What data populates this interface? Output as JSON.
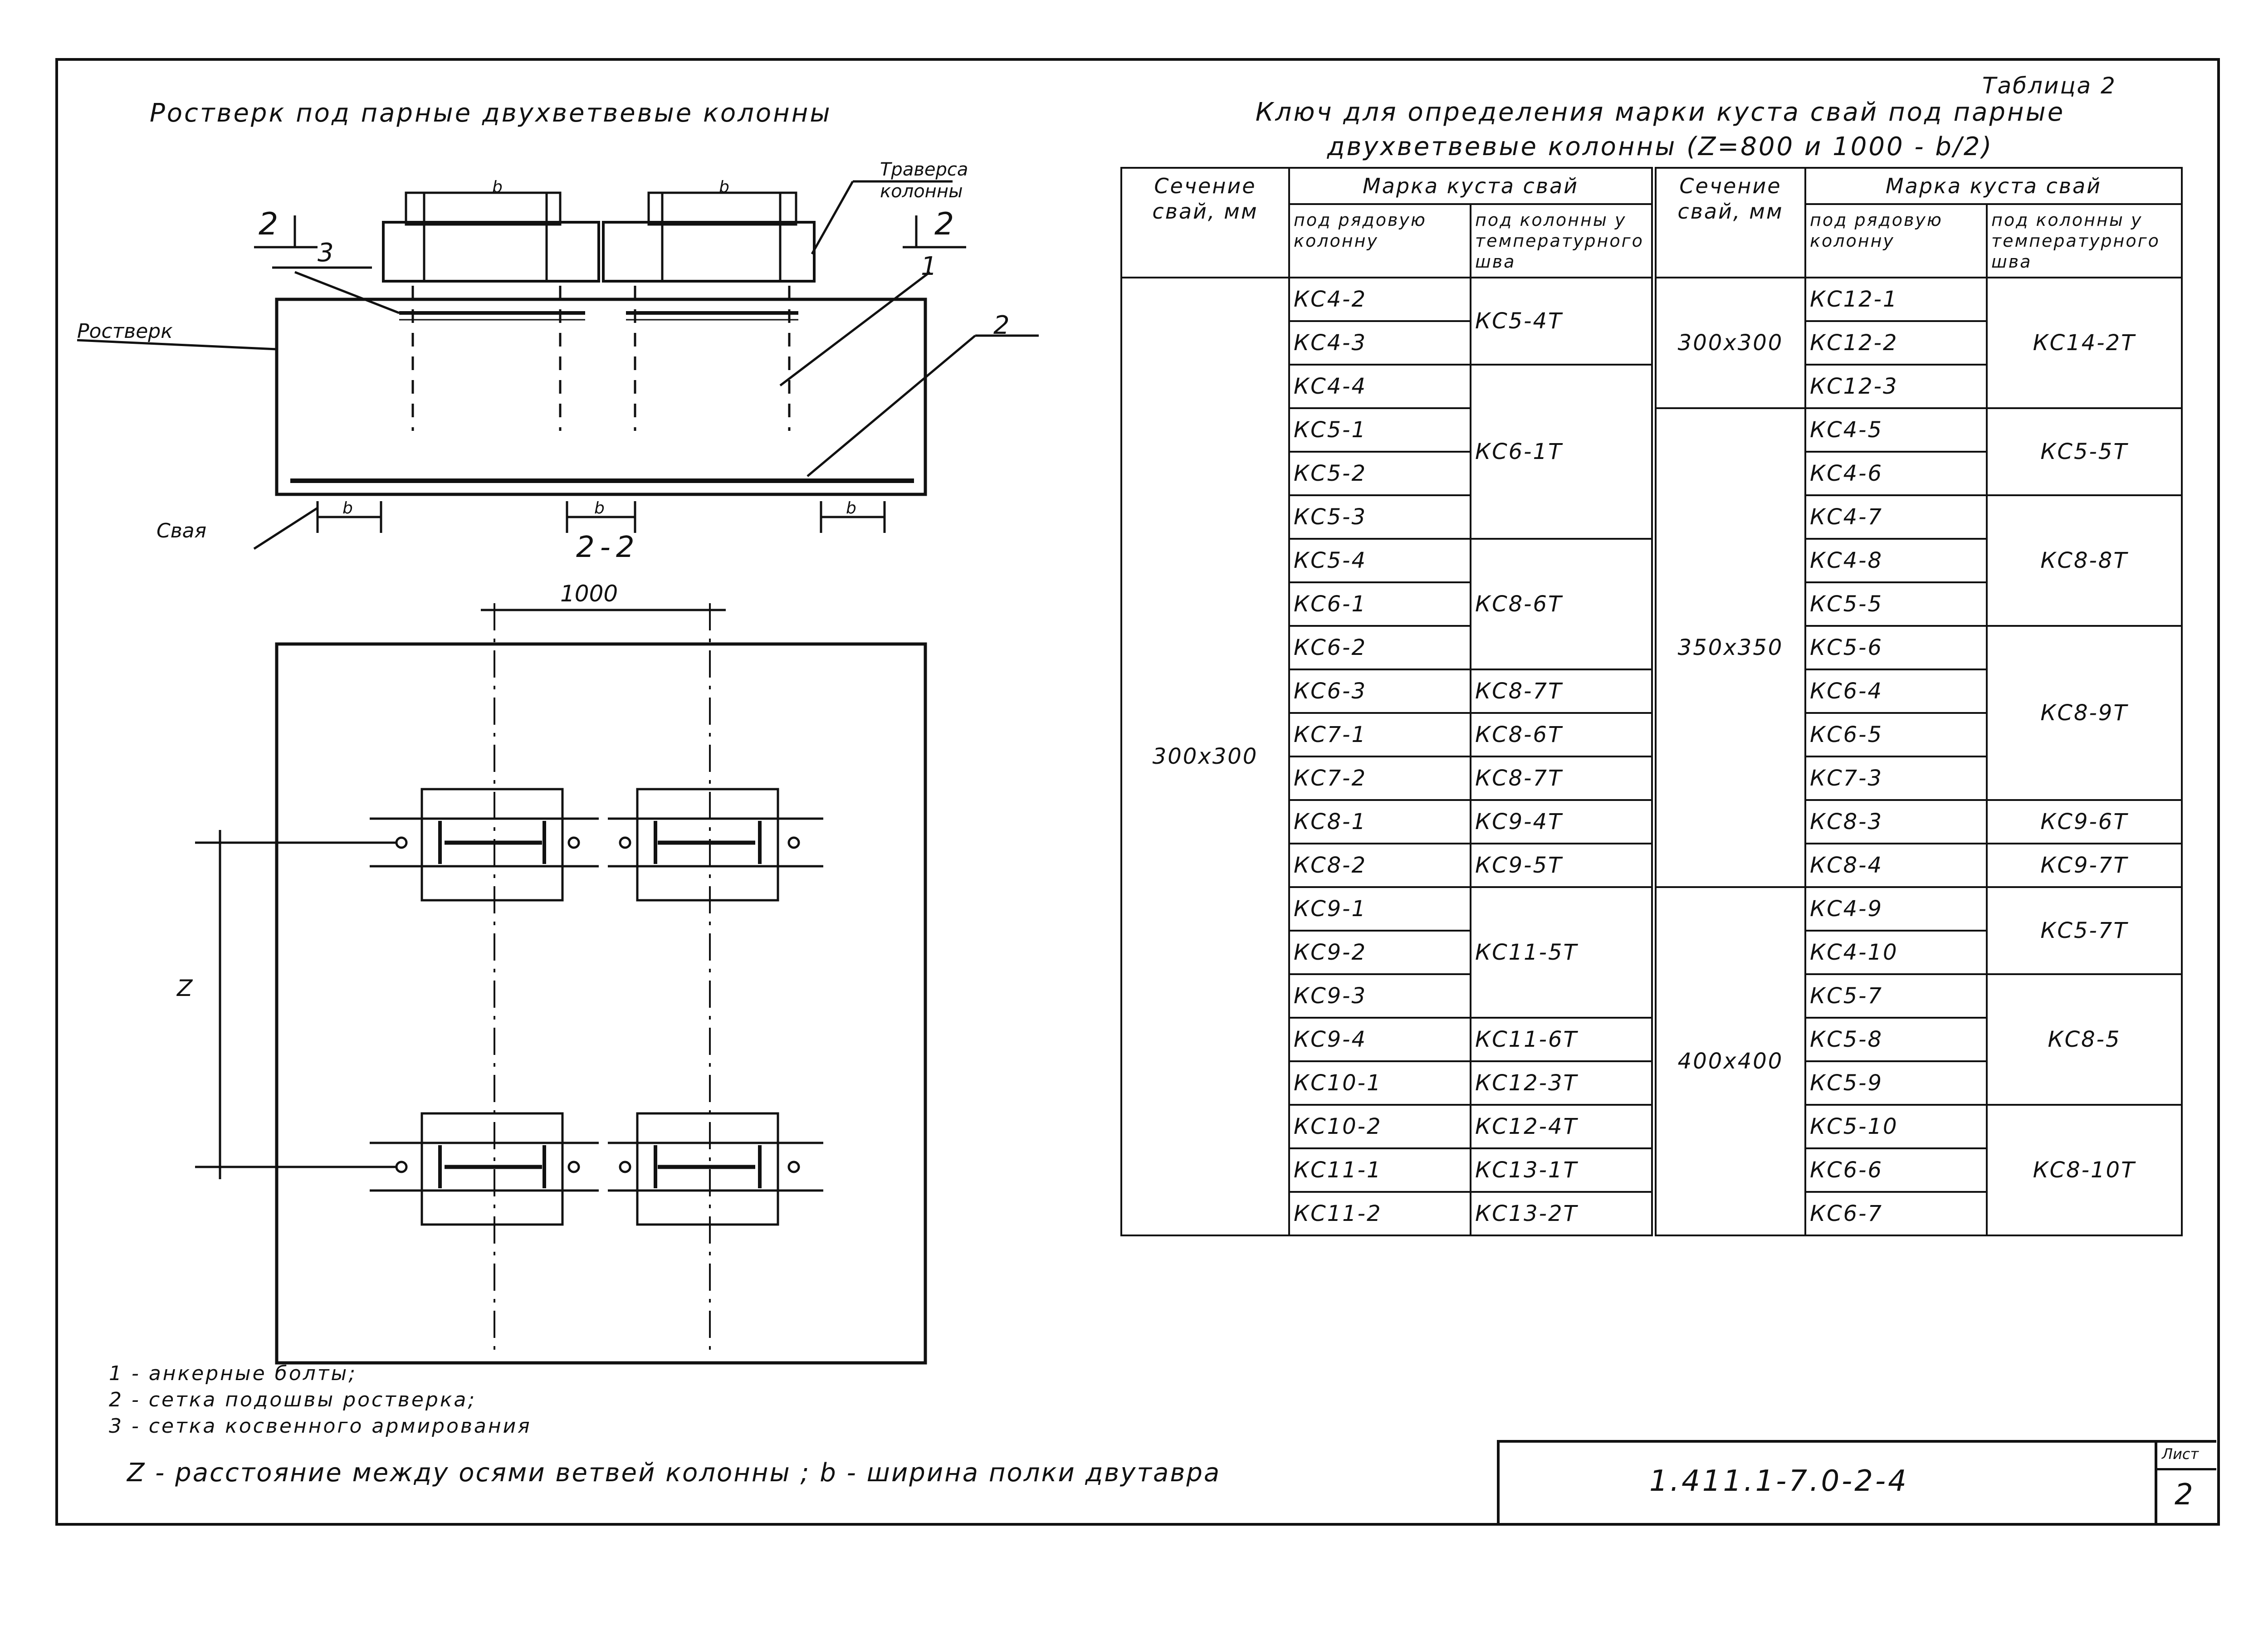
{
  "left": {
    "title": "Ростверк под парные двухветвевые колонны",
    "section_label": "2-2",
    "cut_mark_left": "2",
    "cut_mark_right": "2",
    "traverse_label": "Траверса колонны",
    "grillage_label": "Ростверк",
    "pile_label": "Свая",
    "callout_1": "1",
    "callout_2": "2",
    "callout_3": "3",
    "dim_1000": "1000",
    "dim_z": "Z",
    "dim_b": "b"
  },
  "notes": {
    "line1": "1 - анкерные болты;",
    "line2": "2 - сетка подошвы ростверка;",
    "line3": "3 - сетка косвенного армирования",
    "z_note": "Z - расстояние между осями ветвей колонны ; b - ширина полки двутавра"
  },
  "table": {
    "number": "Таблица 2",
    "title_line1": "Ключ для определения марки куста свай под парные",
    "title_line2": "двухветвевые колонны (Z=800 и 1000 - b/2)",
    "h_section": "Сечение свай, мм",
    "h_mark": "Марка куста свай",
    "h_row": "под рядовую колонну",
    "h_temp": "под колонны у температурного шва",
    "left": {
      "section": "300x300",
      "row": [
        "КС4-2",
        "КС4-3",
        "КС4-4",
        "КС5-1",
        "КС5-2",
        "КС5-3",
        "КС5-4",
        "КС6-1",
        "КС6-2",
        "КС6-3",
        "КС7-1",
        "КС7-2",
        "КС8-1",
        "КС8-2",
        "КС9-1",
        "КС9-2",
        "КС9-3",
        "КС9-4",
        "КС10-1",
        "КС10-2",
        "КС11-1",
        "КС11-2"
      ],
      "temp": [
        {
          "text": "КС5-4Т",
          "span": 2
        },
        {
          "text": "КС6-1Т",
          "span": 4
        },
        {
          "text": "КС8-6Т",
          "span": 3
        },
        {
          "text": "КС8-7Т",
          "span": 1
        },
        {
          "text": "КС8-6Т",
          "span": 1
        },
        {
          "text": "КС8-7Т",
          "span": 1
        },
        {
          "text": "КС9-4Т",
          "span": 1
        },
        {
          "text": "КС9-5Т",
          "span": 1
        },
        {
          "text": "КС11-5Т",
          "span": 3
        },
        {
          "text": "КС11-6Т",
          "span": 1
        },
        {
          "text": "КС12-3Т",
          "span": 1
        },
        {
          "text": "КС12-4Т",
          "span": 1
        },
        {
          "text": "КС13-1Т",
          "span": 1
        },
        {
          "text": "КС13-2Т",
          "span": 1
        }
      ]
    },
    "right": {
      "sections": [
        {
          "text": "300x300",
          "span": 3
        },
        {
          "text": "350x350",
          "span": 11
        },
        {
          "text": "400x400",
          "span": 8
        }
      ],
      "row": [
        "КС12-1",
        "КС12-2",
        "КС12-3",
        "КС4-5",
        "КС4-6",
        "КС4-7",
        "КС4-8",
        "КС5-5",
        "КС5-6",
        "КС6-4",
        "КС6-5",
        "КС7-3",
        "КС8-3",
        "КС8-4",
        "КС4-9",
        "КС4-10",
        "КС5-7",
        "КС5-8",
        "КС5-9",
        "КС5-10",
        "КС6-6",
        "КС6-7"
      ],
      "temp": [
        {
          "text": "КС14-2Т",
          "span": 3
        },
        {
          "text": "КС5-5Т",
          "span": 2
        },
        {
          "text": "КС8-8Т",
          "span": 3
        },
        {
          "text": "КС8-9Т",
          "span": 4
        },
        {
          "text": "КС9-6Т",
          "span": 1
        },
        {
          "text": "КС9-7Т",
          "span": 1
        },
        {
          "text": "КС5-7Т",
          "span": 2
        },
        {
          "text": "КС8-5",
          "span": 3
        },
        {
          "text": "КС8-10Т",
          "span": 3
        }
      ]
    }
  },
  "stamp": {
    "code": "1.411.1-7.0-2-4",
    "sheet_label": "Лист",
    "sheet_num": "2"
  }
}
